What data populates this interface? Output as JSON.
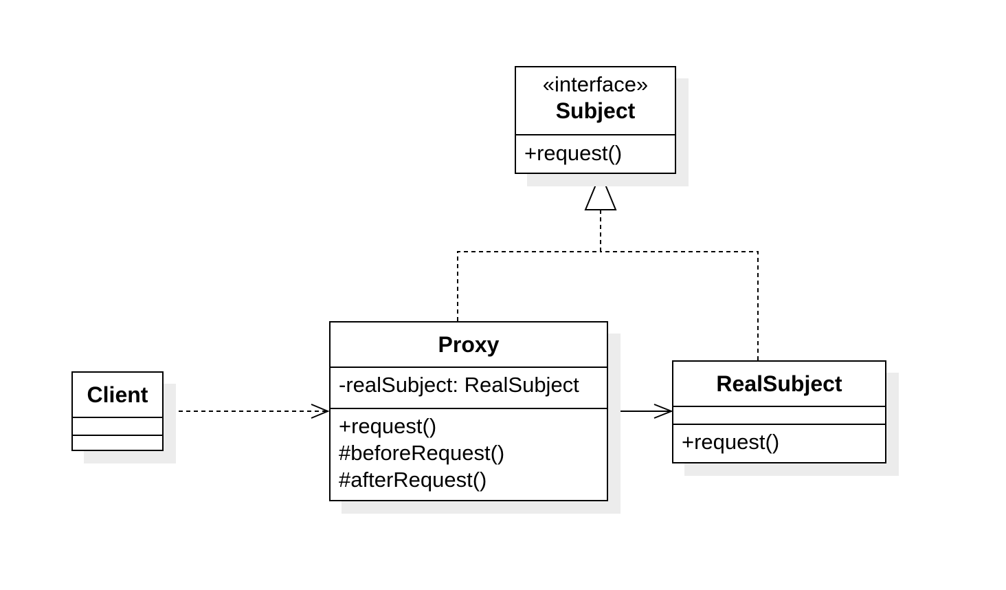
{
  "classes": {
    "subject": {
      "stereotype": "«interface»",
      "name": "Subject",
      "operations": [
        "+request()"
      ]
    },
    "proxy": {
      "name": "Proxy",
      "attributes": [
        "-realSubject: RealSubject"
      ],
      "operations": [
        "+request()",
        "#beforeRequest()",
        "#afterRequest()"
      ]
    },
    "real_subject": {
      "name": "RealSubject",
      "attributes": [],
      "operations": [
        "+request()"
      ]
    },
    "client": {
      "name": "Client",
      "attributes": [],
      "operations": []
    }
  },
  "relations": [
    {
      "type": "realization",
      "from": "Proxy",
      "to": "Subject"
    },
    {
      "type": "realization",
      "from": "RealSubject",
      "to": "Subject"
    },
    {
      "type": "dependency",
      "from": "Client",
      "to": "Proxy"
    },
    {
      "type": "association",
      "from": "Proxy",
      "to": "RealSubject"
    }
  ],
  "colors": {
    "line": "#000000",
    "box_fill": "#ffffff",
    "shadow": "#ececec"
  }
}
